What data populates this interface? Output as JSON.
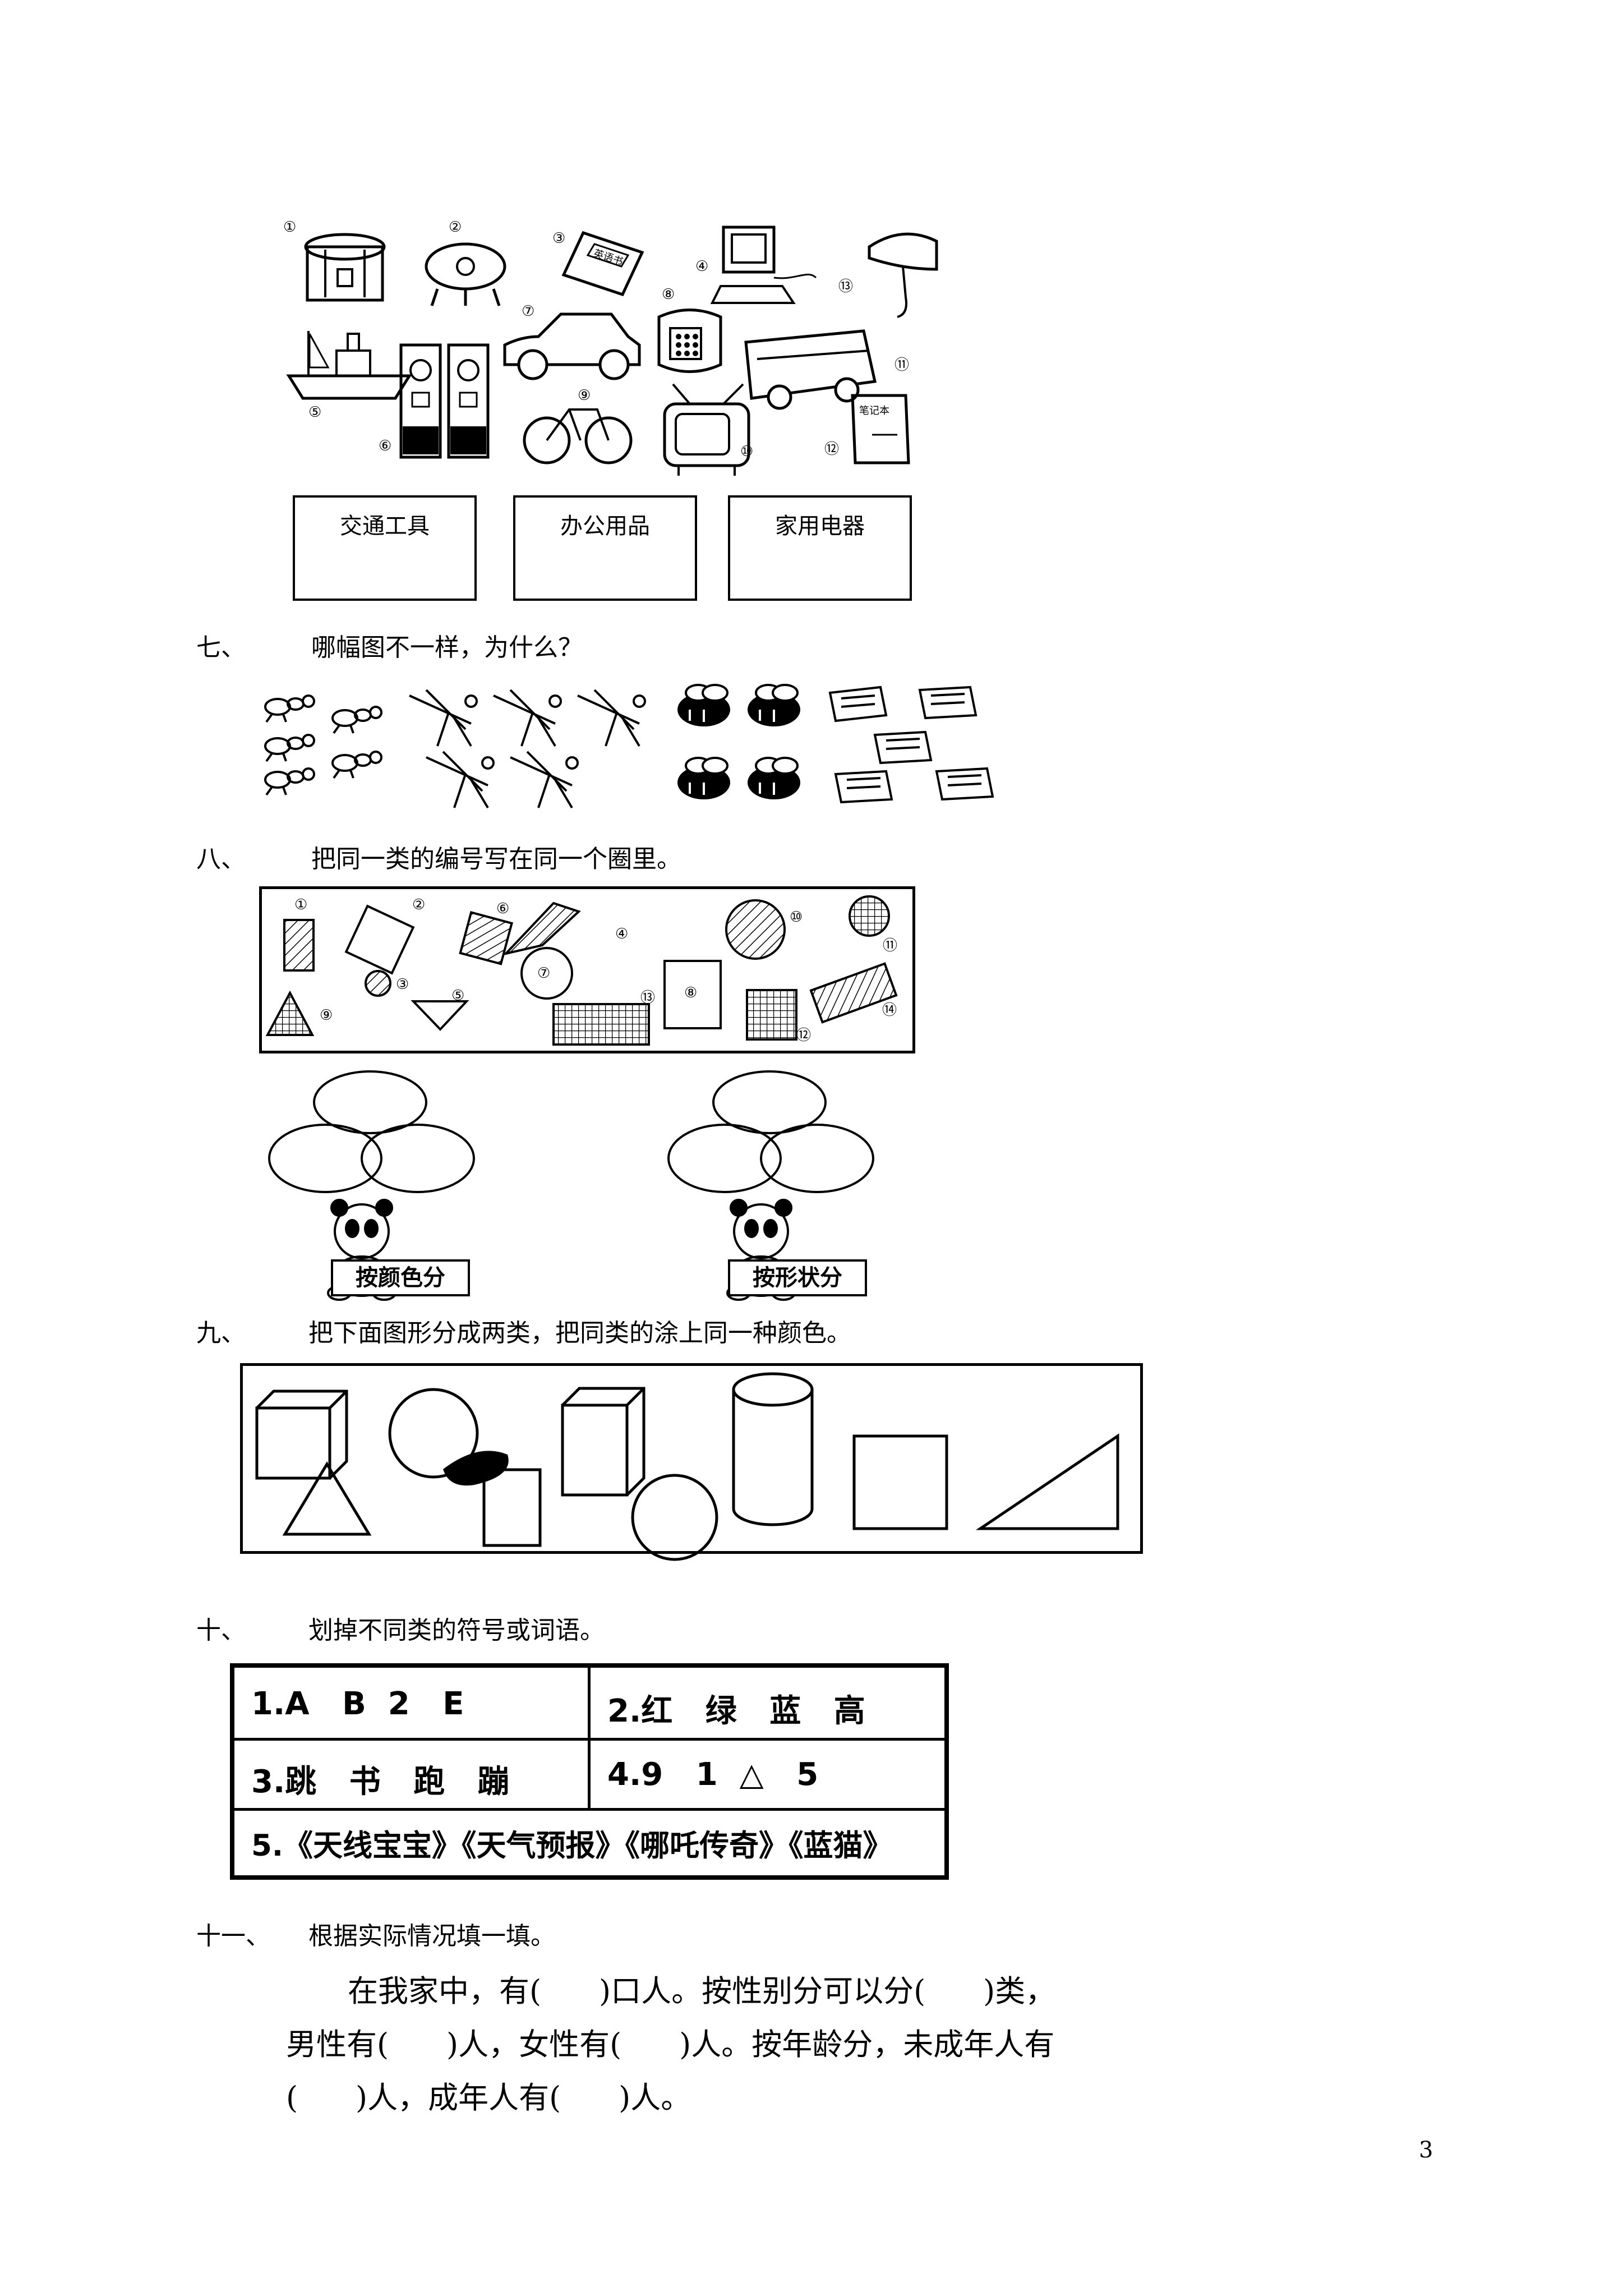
{
  "section6": {
    "item_numbers": [
      "①",
      "②",
      "③",
      "④",
      "⑤",
      "⑥",
      "⑦",
      "⑧",
      "⑨",
      "⑩",
      "⑪",
      "⑫",
      "⑬"
    ],
    "book_label": "英语书",
    "notebook_label": "笔记本",
    "categories": [
      "交通工具",
      "办公用品",
      "家用电器"
    ]
  },
  "section7": {
    "num": "七、",
    "text": "哪幅图不一样，为什么？"
  },
  "section8": {
    "num": "八、",
    "text": "把同一类的编号写在同一个圈里。",
    "shape_numbers": [
      "①",
      "②",
      "③",
      "④",
      "⑤",
      "⑥",
      "⑦",
      "⑧",
      "⑨",
      "⑩",
      "⑪",
      "⑫",
      "⑬",
      "⑭"
    ],
    "groups": [
      "按颜色分",
      "按形状分"
    ]
  },
  "section9": {
    "num": "九、",
    "text": "把下面图形分成两类，把同类的涂上同一种颜色。"
  },
  "section10": {
    "num": "十、",
    "text": "划掉不同类的符号或词语。",
    "cells": [
      "1.A   B  2   E",
      "2.红   绿   蓝   高",
      "3.跳   书   跑   蹦",
      "4.9   1  △   5",
      "5.《天线宝宝》《天气预报》《哪吒传奇》《蓝猫》"
    ]
  },
  "section11": {
    "num": "十一、",
    "text": "根据实际情况填一填。",
    "lines": [
      "在我家中，有(      )口人。按性别分可以分(      )类，",
      "男性有(      )人，女性有(      )人。按年龄分，未成年人有",
      "(      )人，成年人有(      )人。"
    ]
  },
  "page_number": "3"
}
